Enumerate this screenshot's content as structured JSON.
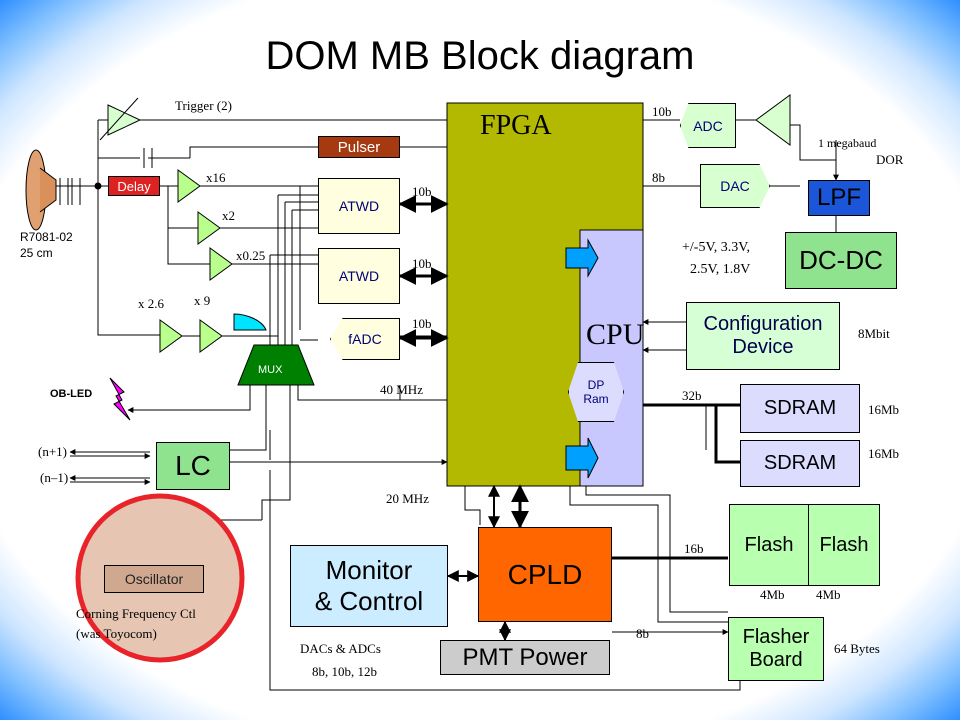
{
  "title": "DOM MB Block diagram",
  "colors": {
    "fpga": "#b3b900",
    "cpu": "#c8c8ff",
    "adc": "#d8ffd0",
    "green": "#b8ff8c",
    "lc": "#8fe38f",
    "config": "#d6ffd6",
    "sdram": "#dcdcff",
    "flash": "#b8ffb0",
    "cpld": "#ff6600",
    "monitor": "#ccecff",
    "pmt": "#cccccc",
    "pulser": "#a53a10",
    "delay": "#dd2222",
    "atwd": "#ffffe0",
    "circle": "#e6c6b2",
    "ring": "#e8242a"
  },
  "labels": {
    "fpga": "FPGA",
    "cpu": "CPU",
    "adc": "ADC",
    "dac": "DAC",
    "lpf": "LPF",
    "dcdc": "DC-DC",
    "config_line1": "Configuration",
    "config_line2": "Device",
    "sdram1": "SDRAM",
    "sdram2": "SDRAM",
    "flash1": "Flash",
    "flash2": "Flash",
    "cpld": "CPLD",
    "monitor_line1": "Monitor",
    "monitor_line2": "& Control",
    "pmt_power": "PMT Power",
    "flasher_line1": "Flasher",
    "flasher_line2": "Board",
    "lc": "LC",
    "pulser": "Pulser",
    "delay": "Delay",
    "atwd1": "ATWD",
    "atwd2": "ATWD",
    "fadc": "fADC",
    "mux": "MUX",
    "dp_line1": "DP",
    "dp_line2": "Ram",
    "oscillator": "Oscillator",
    "trigger": "Trigger (2)",
    "x16": "x16",
    "x2": "x2",
    "x025": "x0.25",
    "x26": "x 2.6",
    "x9": "x 9",
    "r7081": "R7081-02",
    "cm25": "25 cm",
    "obled": "OB-LED",
    "nplus": "(n+1)",
    "nminus": "(n–1)",
    "corning": "Corning Frequency Ctl",
    "toyocom": "(was Toyocom)",
    "b10_adc": "10b",
    "b8_dac": "8b",
    "b10_atwd1": "10b",
    "b10_atwd2": "10b",
    "b10_fadc": "10b",
    "mhz40": "40 MHz",
    "mhz20": "20 MHz",
    "megabaud": "1 megabaud",
    "dor": "DOR",
    "volt1": "+/-5V, 3.3V,",
    "volt2": "2.5V, 1.8V",
    "mbit8": "8Mbit",
    "b32": "32b",
    "mb16a": "16Mb",
    "mb16b": "16Mb",
    "b16": "16b",
    "mb4a": "4Mb",
    "mb4b": "4Mb",
    "b8_flasher": "8b",
    "bytes64": "64 Bytes",
    "dacs": "DACs & ADCs",
    "bits": "8b, 10b, 12b"
  }
}
